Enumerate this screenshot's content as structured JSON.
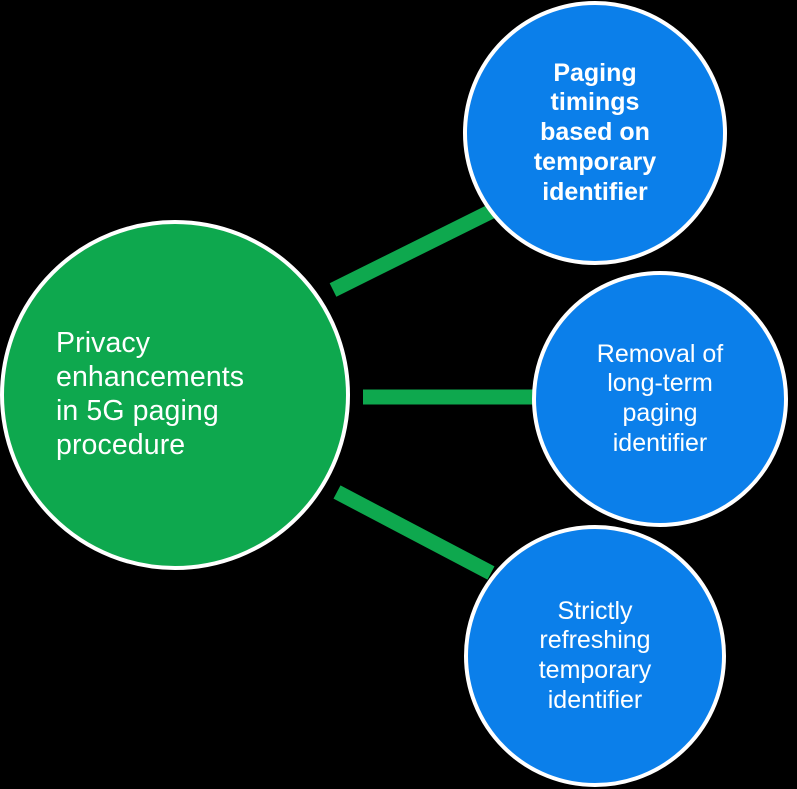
{
  "diagram": {
    "type": "hub-and-spoke",
    "title": "Privacy enhancements in 5G paging procedure",
    "background_color": "#000000",
    "hub": {
      "label": "Privacy\nenhancements\nin 5G paging\nprocedure",
      "shape": "circle",
      "fill_color": "#0EA84E",
      "outline_color": "#FFFFFF",
      "text_color": "#FFFFFF"
    },
    "leaves": [
      {
        "label": "Paging\ntimings\nbased on\ntemporary\nidentifier",
        "shape": "circle",
        "fill_color": "#0B7FEA",
        "outline_color": "#FFFFFF",
        "text_color": "#FFFFFF"
      },
      {
        "label": "Removal of\nlong-term\npaging\nidentifier",
        "shape": "circle",
        "fill_color": "#0B7FEA",
        "outline_color": "#FFFFFF",
        "text_color": "#FFFFFF"
      },
      {
        "label": "Strictly\nrefreshing\ntemporary\nidentifier",
        "shape": "circle",
        "fill_color": "#0B7FEA",
        "outline_color": "#FFFFFF",
        "text_color": "#FFFFFF"
      }
    ],
    "connectors": [
      {
        "from": "hub",
        "to": "leaf-0",
        "color": "#0EA84E",
        "thickness": 15
      },
      {
        "from": "hub",
        "to": "leaf-1",
        "color": "#0EA84E",
        "thickness": 15
      },
      {
        "from": "hub",
        "to": "leaf-2",
        "color": "#0EA84E",
        "thickness": 15
      }
    ]
  }
}
